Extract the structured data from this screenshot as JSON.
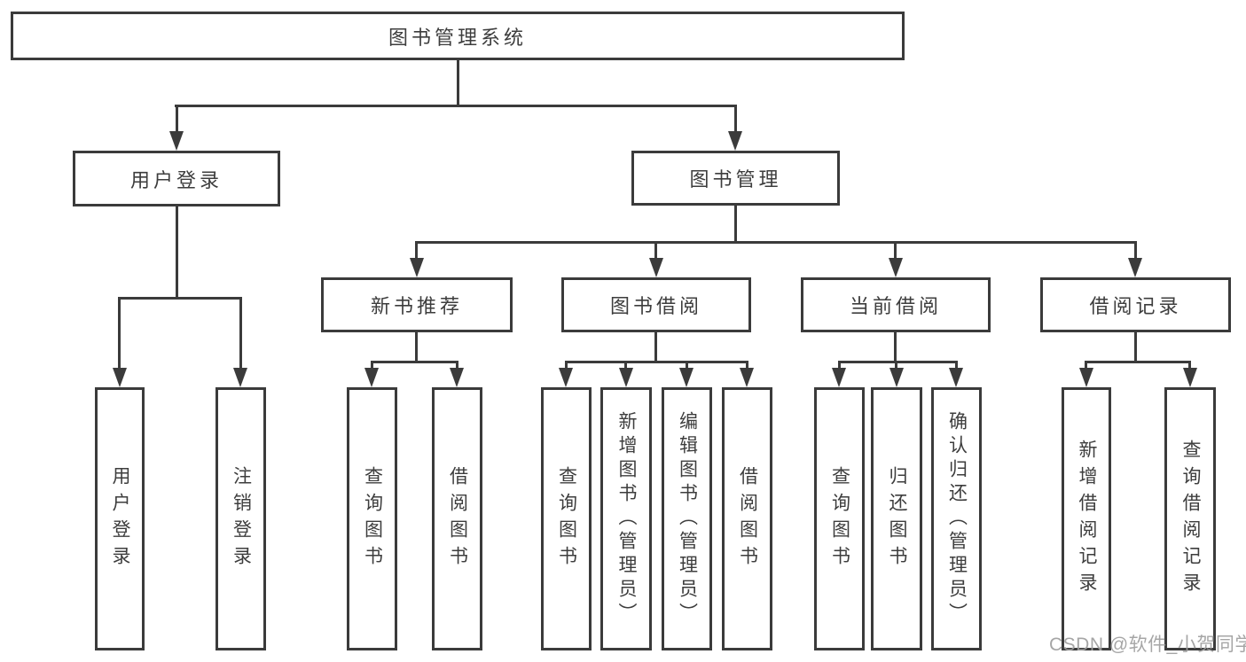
{
  "tree": {
    "label": "图书管理系统",
    "children": [
      {
        "label": "用户登录",
        "children": [
          {
            "label": "用户登录"
          },
          {
            "label": "注销登录"
          }
        ]
      },
      {
        "label": "图书管理",
        "children": [
          {
            "label": "新书推荐",
            "children": [
              {
                "label": "查询图书"
              },
              {
                "label": "借阅图书"
              }
            ]
          },
          {
            "label": "图书借阅",
            "children": [
              {
                "label": "查询图书"
              },
              {
                "label": "新增图书（管理员）"
              },
              {
                "label": "编辑图书（管理员）"
              },
              {
                "label": "借阅图书"
              }
            ]
          },
          {
            "label": "当前借阅",
            "children": [
              {
                "label": "查询图书"
              },
              {
                "label": "归还图书"
              },
              {
                "label": "确认归还（管理员）"
              }
            ]
          },
          {
            "label": "借阅记录",
            "children": [
              {
                "label": "新增借阅记录"
              },
              {
                "label": "查询借阅记录"
              }
            ]
          }
        ]
      }
    ]
  },
  "watermark": {
    "text": "CSDN @软件_小贺同学"
  },
  "colors": {
    "line": "#3b3b3b",
    "text": "#3d3d3d",
    "watermark": "#9e9e9e",
    "background": "#ffffff"
  }
}
